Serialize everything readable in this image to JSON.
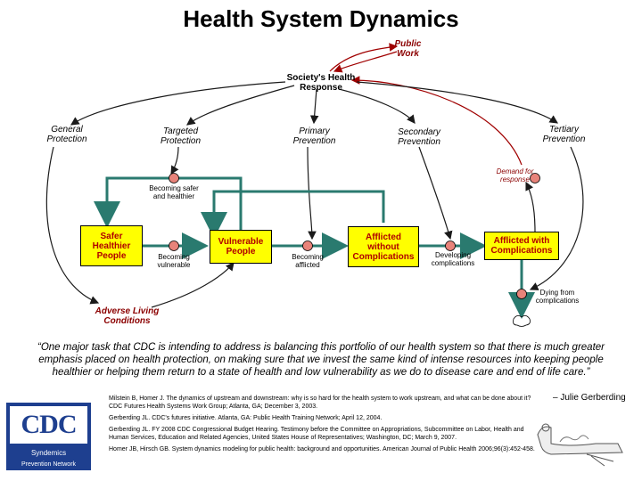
{
  "title": "Health System Dynamics",
  "nodes": {
    "public_work": "Public\nWork",
    "society_response": "Society's Health\nResponse",
    "general_protection": "General\nProtection",
    "targeted_protection": "Targeted\nProtection",
    "primary_prevention": "Primary\nPrevention",
    "secondary_prevention": "Secondary\nPrevention",
    "tertiary_prevention": "Tertiary\nPrevention",
    "demand_for_response": "Demand for\nresponse",
    "becoming_safer": "Becoming safer\nand healthier",
    "safer_healthier_people": "Safer\nHealthier\nPeople",
    "becoming_vulnerable": "Becoming\nvulnerable",
    "vulnerable_people": "Vulnerable\nPeople",
    "becoming_afflicted": "Becoming\nafflicted",
    "afflicted_without": "Afflicted\nwithout\nComplications",
    "developing_complications": "Developing\ncomplications",
    "afflicted_with": "Afflicted with\nComplications",
    "dying": "Dying from\ncomplications",
    "adverse_living": "Adverse Living\nConditions"
  },
  "quote": "“One major task that CDC is intending to address is balancing this portfolio of our health system so that there is much greater emphasis placed on health protection, on making sure that we invest the same kind of intense resources into keeping people healthier or helping them return to a state of health and low vulnerability as we do to disease care and end of life care.”",
  "attribution": "– Julie Gerberding",
  "references": [
    "Milstein B, Homer J. The dynamics of upstream and downstream: why is so hard for the health system to work upstream, and what can be done about it? CDC Futures Health Systems Work Group; Atlanta, GA; December 3, 2003.",
    "Gerberding JL. CDC's futures initiative. Atlanta, GA: Public Health Training Network; April 12, 2004.",
    "Gerberding JL. FY 2008 CDC Congressional Budget Hearing. Testimony before the Committee on Appropriations, Subcommittee on Labor, Health and Human Services, Education and Related Agencies, United States House of Representatives; Washington, DC; March 9, 2007.",
    "Homer JB, Hirsch GB. System dynamics modeling for public health: background and opportunities. American Journal of Public Health 2006;96(3):452-458."
  ],
  "logo": {
    "main": "CDC",
    "line1": "Syndemics",
    "line2": "Prevention Network"
  },
  "colors": {
    "stock_fill": "#ffff00",
    "stock_text": "#b00000",
    "flow_pipe": "#2a7a6f",
    "valve": "#e8837a",
    "arrow_dark": "#1a1a1a",
    "arrow_red": "#a00000",
    "logo_blue": "#1e3f8f"
  }
}
